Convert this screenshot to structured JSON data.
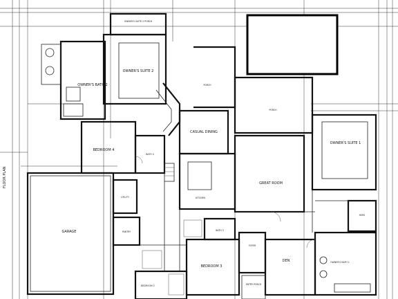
{
  "plan_title": "FLOOR PLAN",
  "rooms": {
    "owners_suite_2_porch": "OWNER'S SUITE 2 PORCH",
    "owners_suite_2": "OWNER'S SUITE 2",
    "owners_bath_2": "OWNER'S BATH 2",
    "porch_upper": "PORCH",
    "porch_mid": "PORCH",
    "casual_dining": "CASUAL DINING",
    "owners_suite_1": "OWNER'S SUITE 1",
    "bedroom_4": "BEDROOM 4",
    "bath_4": "BATH 4",
    "great_room": "GREAT ROOM",
    "kitchen": "KITCHEN",
    "utility": "UTILITY",
    "garage": "GARAGE",
    "owners_bath_1": "OWNER'S BATH 1",
    "bedroom_3": "BEDROOM 3",
    "bedroom_2": "BEDROOM 2",
    "foyer": "FOYER",
    "den": "DEN",
    "entry_porch": "ENTRY PORCH",
    "pantry": "PANTRY",
    "bath_3": "BATH 3",
    "hers": "HERS"
  }
}
